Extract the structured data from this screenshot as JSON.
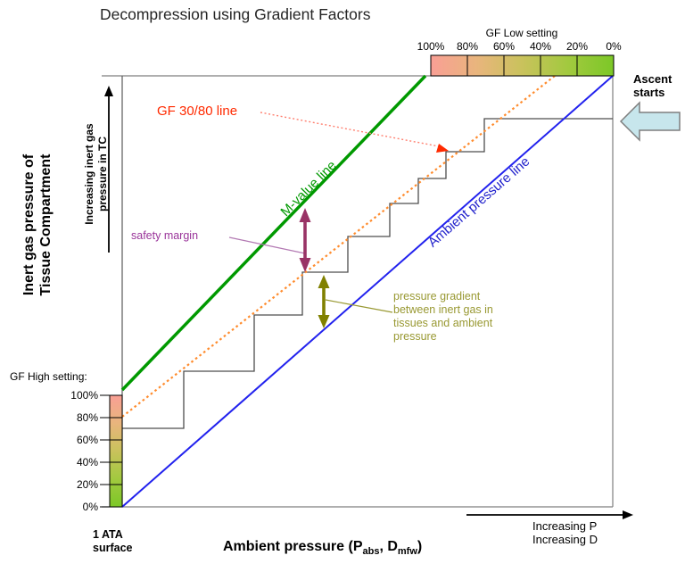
{
  "title": "Decompression using Gradient Factors",
  "colors": {
    "green": "#009900",
    "blue": "#2222ee",
    "orange": "#ff8c2e",
    "red": "#ff2a00",
    "red_leader": "#ff8070",
    "purple_text": "#993399",
    "purple_arrow": "#993366",
    "purple_leader": "#b37ab3",
    "olive_text": "#999933",
    "olive_arrow": "#808000",
    "staircase": "#4d4d4d",
    "border_gray": "#7f7f7f",
    "block_arrow_fill": "#c7e6ec",
    "gradient_start_salmon": "#f99f95",
    "gradient_mid_tan": "#e9b57d",
    "gradient_mid_olive": "#c9c25c",
    "gradient_mid_yellowgreen": "#a2c93f",
    "gradient_end_green": "#7cc827"
  },
  "gf_low": {
    "label": "GF Low setting",
    "ticks": [
      "100%",
      "80%",
      "60%",
      "40%",
      "20%",
      "0%"
    ]
  },
  "gf_high": {
    "label": "GF High setting:",
    "ticks": [
      "100%",
      "80%",
      "60%",
      "40%",
      "20%",
      "0%"
    ]
  },
  "annotations": {
    "gf_line_label": "GF 30/80 line",
    "m_value_label": "M-value line",
    "ambient_label": "Ambient pressure line",
    "safety_margin": "safety margin",
    "pressure_gradient": "pressure gradient\nbetween inert gas in\ntissues and ambient\npressure",
    "ascent": "Ascent\nstarts"
  },
  "axes": {
    "y_main": "Inert gas pressure of\nTissue Compartment",
    "y_secondary": "Increasing inert gas\npressure in TC",
    "x_parts": {
      "p1": "Ambient pressure (P",
      "s1": "abs",
      "p2": ", D",
      "s2": "mfw",
      "p3": ")"
    },
    "origin": "1 ATA\nsurface",
    "increasing": "Increasing P\nIncreasing D"
  },
  "chart_data": {
    "type": "line",
    "title": "Decompression using Gradient Factors",
    "xlabel": "Ambient pressure (P_abs, D_mfw) - qualitative, increasing to the right",
    "ylabel": "Inert gas pressure of Tissue Compartment - qualitative, increasing upward",
    "axis_ranges": "unlabeled conceptual axes; origin at 1 ATA surface pressure",
    "grid": false,
    "lines": [
      {
        "id": "m_value",
        "name": "M-value line",
        "color": "#009900",
        "style": "solid",
        "width": 3.5,
        "points": [
          [
            137,
            437
          ],
          [
            477,
            85
          ]
        ]
      },
      {
        "id": "gf3080",
        "name": "GF 30/80 line",
        "color": "#ff8c2e",
        "style": "dotted",
        "width": 2.2,
        "points": [
          [
            137,
            467
          ],
          [
            622,
            85
          ]
        ]
      },
      {
        "id": "ambient",
        "name": "Ambient pressure line",
        "color": "#2222ee",
        "style": "solid",
        "width": 2,
        "points": [
          [
            137,
            568
          ],
          [
            687,
            85
          ]
        ]
      },
      {
        "id": "deco_profile",
        "name": "decompression staircase profile",
        "color": "#4d4d4d",
        "style": "solid",
        "width": 1.3,
        "points": [
          [
            137,
            480
          ],
          [
            206,
            480
          ],
          [
            206,
            416
          ],
          [
            285,
            416
          ],
          [
            285,
            353
          ],
          [
            339,
            353
          ],
          [
            339,
            305
          ],
          [
            390,
            305
          ],
          [
            390,
            265
          ],
          [
            437,
            265
          ],
          [
            437,
            228
          ],
          [
            469,
            228
          ],
          [
            469,
            200
          ],
          [
            500,
            200
          ],
          [
            500,
            170
          ],
          [
            543,
            170
          ],
          [
            543,
            133
          ],
          [
            687,
            133
          ]
        ]
      }
    ],
    "gradient_bars": {
      "gf_low_top_bar": {
        "orientation": "horizontal",
        "ticks": [
          "100%",
          "80%",
          "60%",
          "40%",
          "20%",
          "0%"
        ],
        "color_scale": [
          "#f99f95",
          "#e9b57d",
          "#c9c25c",
          "#a2c93f",
          "#7cc827"
        ]
      },
      "gf_high_left_bar": {
        "orientation": "vertical",
        "ticks": [
          "100%",
          "80%",
          "60%",
          "40%",
          "20%",
          "0%"
        ],
        "color_scale": [
          "#f99f95",
          "#e9b57d",
          "#c9c25c",
          "#a2c93f",
          "#7cc827"
        ]
      }
    }
  }
}
